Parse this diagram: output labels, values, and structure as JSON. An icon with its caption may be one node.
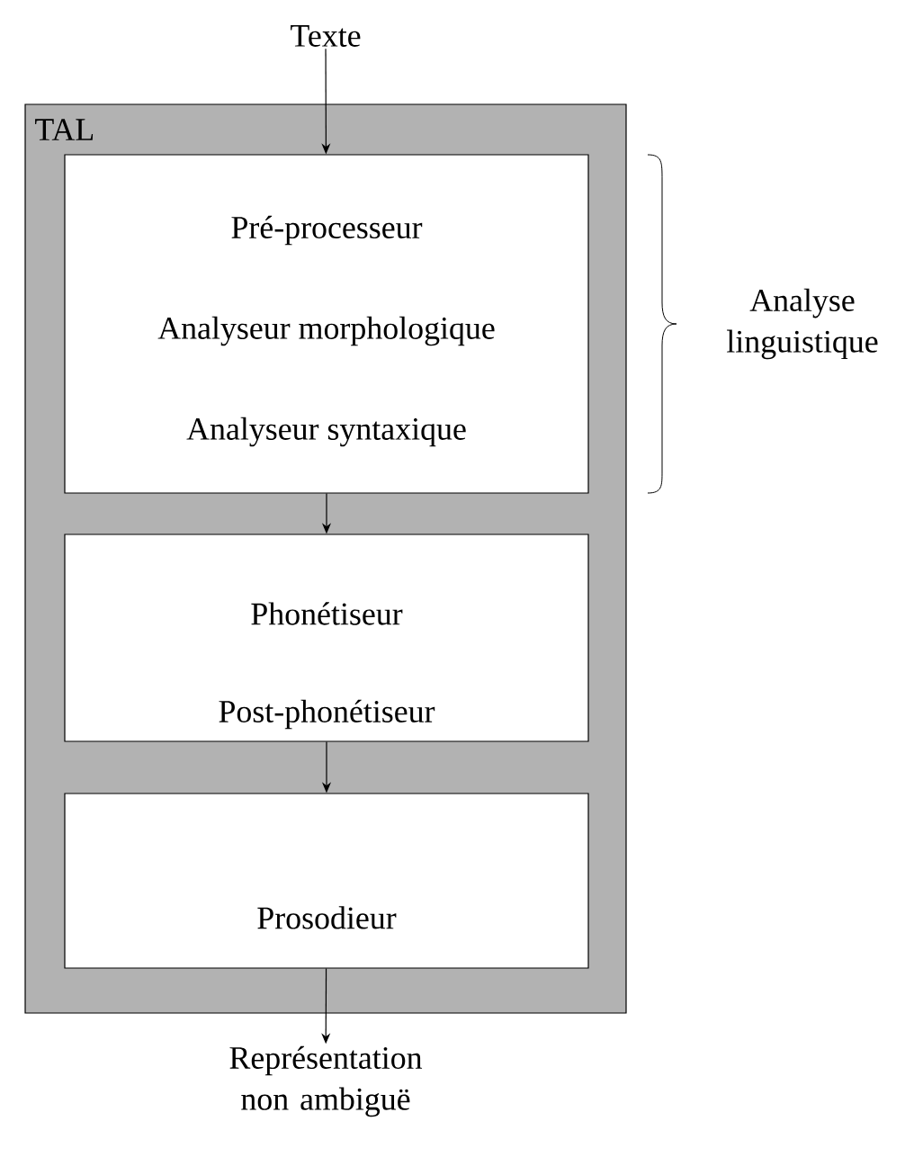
{
  "diagram": {
    "nodes": [
      {
        "text": [
          "Texte"
        ]
      },
      {
        "text": [
          "TAL"
        ]
      },
      {
        "text": [
          "Pré-processeur",
          "Analyseur morphologique",
          "Analyseur syntaxique"
        ],
        "in": 1
      },
      {
        "text": [
          "Phonétiseur",
          "Post-phonétiseur"
        ],
        "in": 1
      },
      {
        "text": [
          "Prosodieur"
        ],
        "in": 1
      },
      {
        "text": [
          "Représentation non ambiguë"
        ]
      }
    ],
    "edges": [
      {
        "from": 0,
        "to": 2,
        "arrow": "to"
      },
      {
        "from": 2,
        "to": 3,
        "arrow": "to"
      },
      {
        "from": 3,
        "to": 4,
        "arrow": "to"
      },
      {
        "from": 4,
        "to": 5,
        "arrow": "to"
      }
    ],
    "labels": [
      "Analyse linguistique"
    ]
  }
}
